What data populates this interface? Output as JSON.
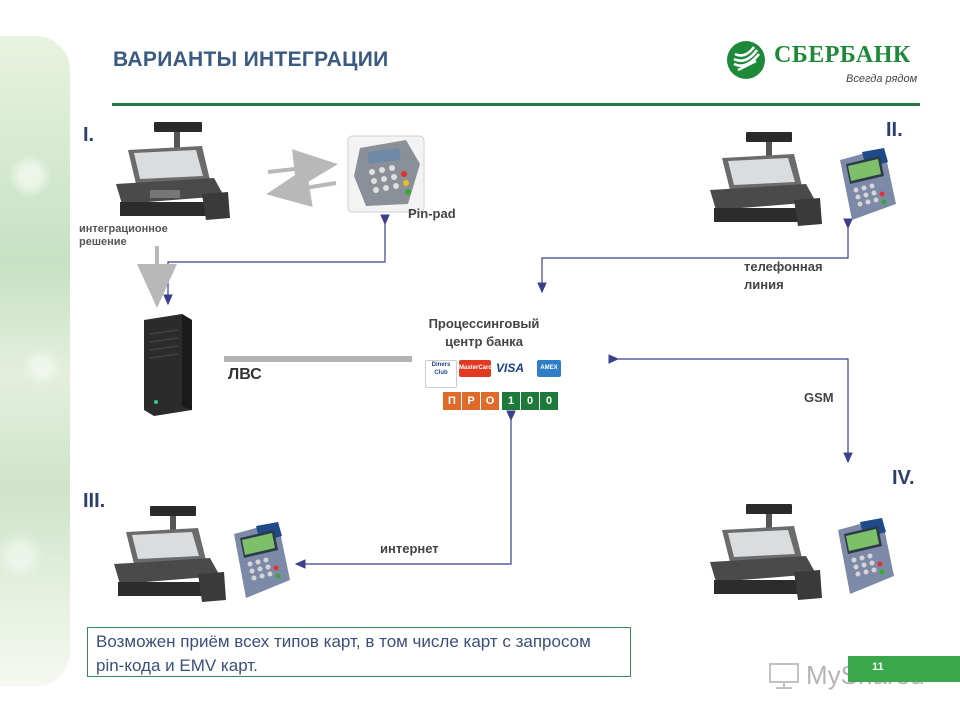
{
  "header": {
    "title": "ВАРИАНТЫ ИНТЕГРАЦИИ",
    "logo_name": "СБЕРБАНК",
    "logo_tagline": "Всегда рядом"
  },
  "variants": {
    "v1": "I.",
    "v2": "II.",
    "v3": "III.",
    "v4": "IV."
  },
  "labels": {
    "integration": "интеграционное\nрешение",
    "pinpad": "Pin-pad",
    "phone_line": "телефонная\nлиния",
    "processing": "Процессинговый\nцентр банка",
    "lan": "ЛВС",
    "gsm": "GSM",
    "internet": "интернет"
  },
  "cards": {
    "diners": "Diners Club",
    "mastercard": "MasterCard",
    "visa": "VISA",
    "amex": "AMEX",
    "pro": [
      "П",
      "Р",
      "О"
    ],
    "sto": [
      "1",
      "0",
      "0"
    ]
  },
  "note": "Возможен приём всех типов карт, в том числе карт с запросом pin-кода и EMV карт.",
  "page_number": "11",
  "watermark": "MyShared",
  "colors": {
    "accent_green": "#1f7a3e",
    "title_blue": "#3a5a82",
    "link_blue": "#3b3f8c"
  },
  "icons": [
    "pos-terminal-icon",
    "pinpad-icon",
    "card-terminal-icon",
    "server-icon",
    "sberbank-logo-icon"
  ]
}
